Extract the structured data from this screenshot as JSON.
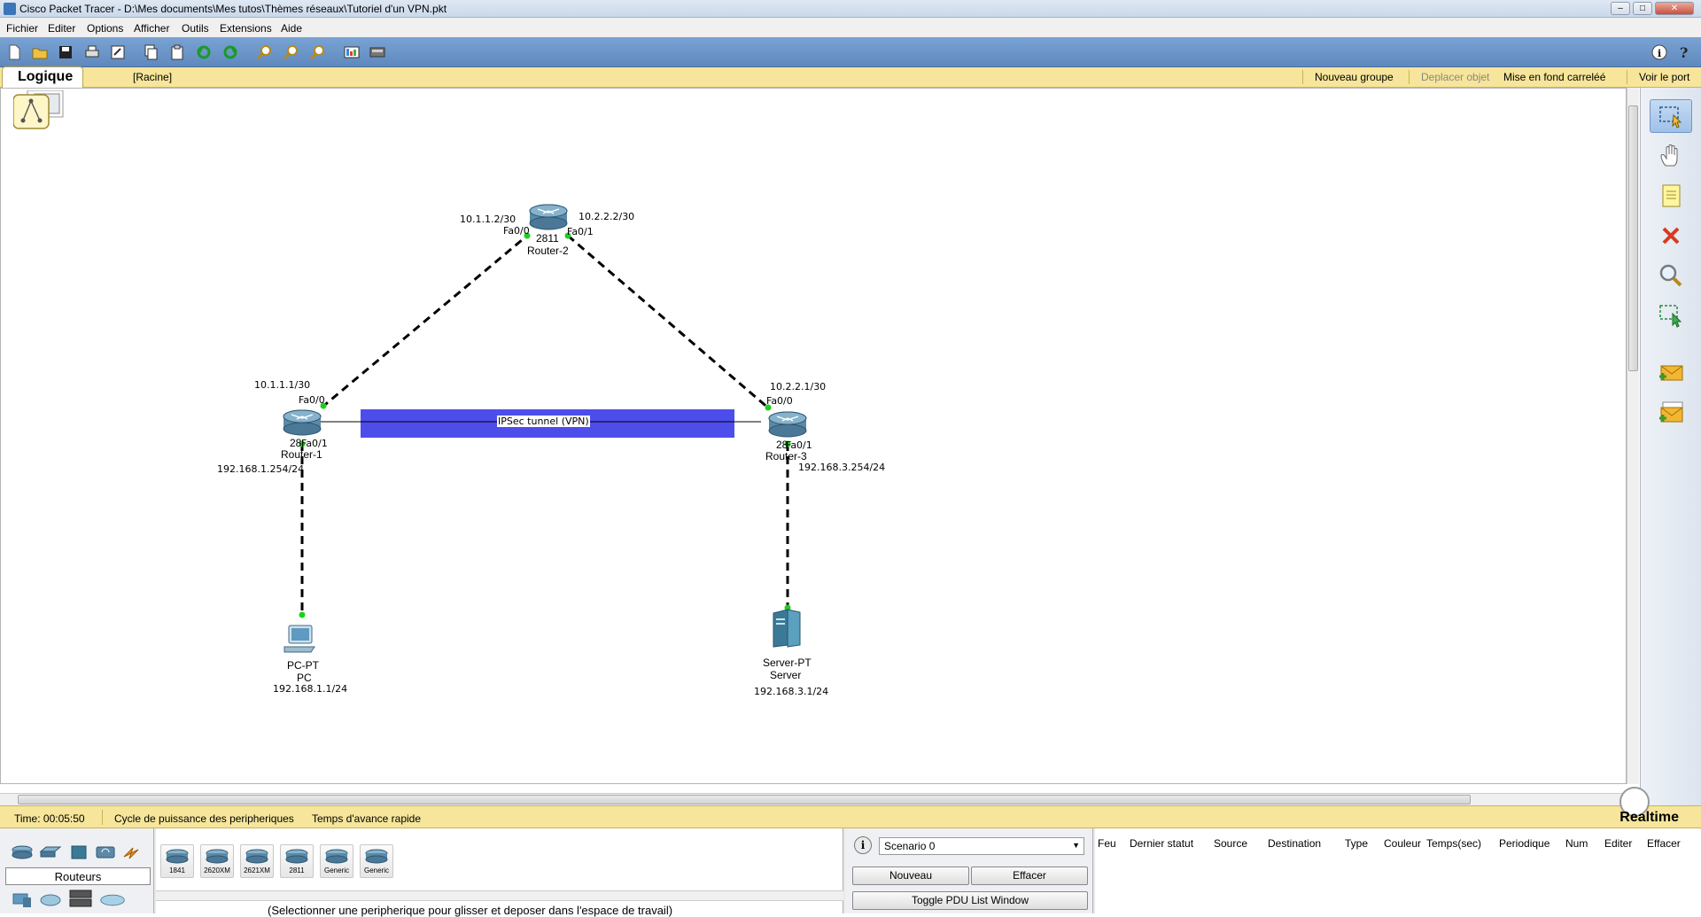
{
  "window": {
    "title": "Cisco Packet Tracer - D:\\Mes documents\\Mes tutos\\Thèmes réseaux\\Tutoriel d'un VPN.pkt",
    "min": "–",
    "max": "□",
    "close": "✕"
  },
  "menu": [
    "Fichier",
    "Editer",
    "Options",
    "Afficher",
    "Outils",
    "Extensions",
    "Aide"
  ],
  "workspace_bar": {
    "mode": "Logique",
    "location": "[Racine]",
    "new_group": "Nouveau groupe",
    "move_object": "Deplacer objet",
    "grid_bg": "Mise en fond carreléé",
    "view_port": "Voir le port"
  },
  "topology": {
    "tunnel_label": "IPSec tunnel (VPN)",
    "tunnel_color": "#4d4dec",
    "link_color": "#000000",
    "port_dot_color": "#19d219",
    "router2": {
      "model": "2811",
      "name": "Router-2",
      "fa0_0": "Fa0/0",
      "fa0_1": "Fa0/1",
      "ip_left": "10.1.1.2/30",
      "ip_right": "10.2.2.2/30"
    },
    "router1": {
      "model": "28",
      "name": "Router-1",
      "fa0_0": "Fa0/0",
      "fa0_1": "Fa0/1",
      "ip_top": "10.1.1.1/30",
      "ip_lan": "192.168.1.254/24"
    },
    "router3": {
      "model": "28",
      "name": "Router-3",
      "fa0_0": "Fa0/0",
      "fa0_1": "Fa0/1",
      "ip_top": "10.2.2.1/30",
      "ip_lan": "192.168.3.254/24"
    },
    "pc": {
      "type": "PC-PT",
      "name": "PC",
      "ip": "192.168.1.1/24"
    },
    "server": {
      "type": "Server-PT",
      "name": "Server",
      "ip": "192.168.3.1/24"
    }
  },
  "statusbar": {
    "time": "Time: 00:05:50",
    "power_cycle": "Cycle de puissance des peripheriques",
    "fast_forward": "Temps d'avance rapide",
    "mode": "Realtime"
  },
  "device_panel": {
    "category": "Routeurs",
    "devices": [
      "1841",
      "2620XM",
      "2621XM",
      "2811",
      "Generic",
      "Generic"
    ],
    "hint": "(Selectionner une peripherique pour glisser et deposer dans l'espace de travail)"
  },
  "scenario": {
    "selected": "Scenario 0",
    "new": "Nouveau",
    "delete": "Effacer",
    "toggle": "Toggle PDU List Window"
  },
  "pdu_columns": [
    "Feu",
    "Dernier statut",
    "Source",
    "Destination",
    "Type",
    "Couleur",
    "Temps(sec)",
    "Periodique",
    "Num",
    "Editer",
    "Effacer"
  ]
}
